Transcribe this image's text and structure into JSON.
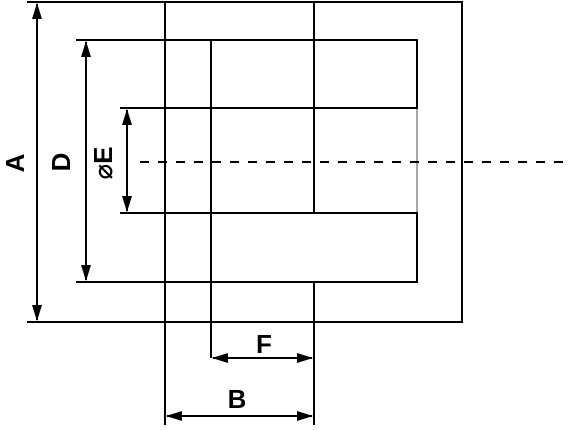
{
  "dimension_labels": {
    "a": "A",
    "b": "B",
    "d": "D",
    "e": "⌀E",
    "f": "F"
  },
  "colors": {
    "line": "#000000",
    "background": "#ffffff"
  }
}
